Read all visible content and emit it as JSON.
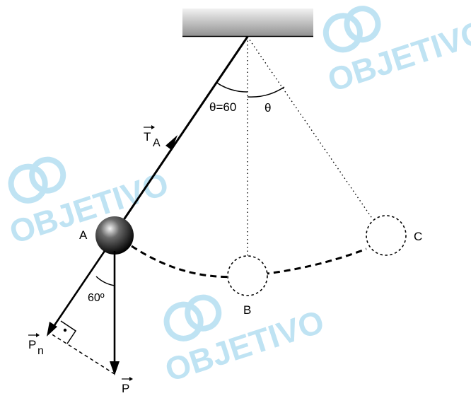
{
  "labels": {
    "angle_left": "θ=60",
    "angle_right": "θ",
    "point_a": "A",
    "point_b": "B",
    "point_c": "C",
    "tension": "T",
    "tension_sub": "A",
    "weight": "P",
    "normal": "P",
    "normal_sub": "n",
    "angle_bottom": "60º"
  },
  "watermark": {
    "text": "OBJETIVO",
    "color": "#bfe3f3"
  },
  "colors": {
    "ceiling_top": "#e8e8e8",
    "ceiling_bottom": "#9a9a9a",
    "ink": "#000000"
  }
}
